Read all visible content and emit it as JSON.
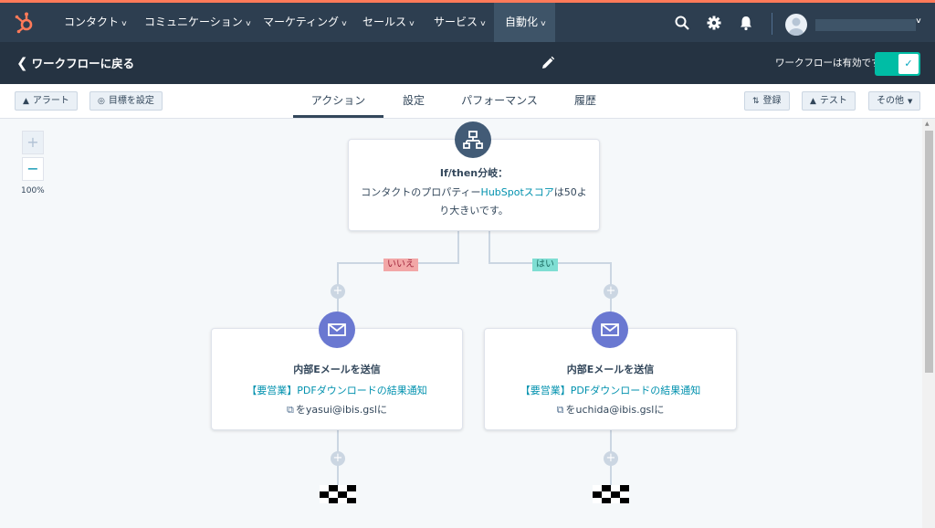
{
  "colors": {
    "nav_bg": "#2d3e50",
    "accent": "#ff7a59",
    "teal": "#00bda5",
    "link": "#0091ae",
    "email_icon": "#6a78d1",
    "branch_icon": "#425b76"
  },
  "topnav": {
    "logo_icon": "hubspot-sprocket-icon",
    "items": [
      {
        "label": "コンタクト"
      },
      {
        "label": "コミュニケーション"
      },
      {
        "label": "マーケティング"
      },
      {
        "label": "セールス"
      },
      {
        "label": "サービス"
      },
      {
        "label": "自動化"
      }
    ],
    "active_item": "自動化",
    "icons": [
      "search-icon",
      "gear-icon",
      "bell-icon"
    ]
  },
  "subbar": {
    "back_label": "ワークフローに戻る",
    "status_label": "ワークフローは有効です",
    "toggle_on": true
  },
  "toolbar": {
    "alert_label": "アラート",
    "goal_label": "目標を設定",
    "tabs": [
      {
        "label": "アクション"
      },
      {
        "label": "設定"
      },
      {
        "label": "パフォーマンス"
      },
      {
        "label": "履歴"
      }
    ],
    "active_tab": "アクション",
    "enroll_label": "登録",
    "test_label": "テスト",
    "more_label": "その他"
  },
  "zoom": {
    "plus": "+",
    "minus": "−",
    "level": "100%"
  },
  "branch_card": {
    "title": "If/then分岐：",
    "text_before": "コンタクトのプロパティー",
    "property_link": "HubSpotスコア",
    "text_after": "は50よ",
    "text_line3": "り大きいです。"
  },
  "branch_labels": {
    "no": "いいえ",
    "yes": "はい"
  },
  "action_left": {
    "title": "内部Eメールを送信",
    "email_link": "【要営業】PDFダウンロードの結果通知",
    "recipient": "をyasui@ibis.gslに"
  },
  "action_right": {
    "title": "内部Eメールを送信",
    "email_link": "【要営業】PDFダウンロードの結果通知",
    "recipient": "をuchida@ibis.gslに"
  }
}
